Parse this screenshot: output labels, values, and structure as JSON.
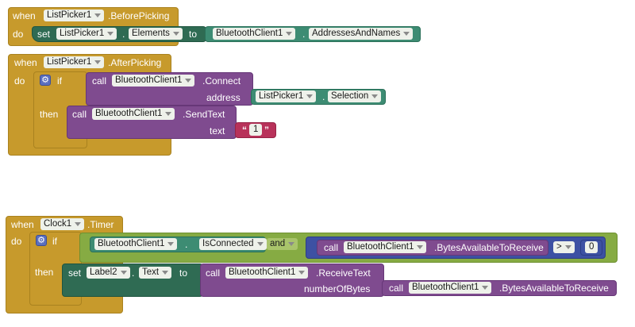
{
  "block1": {
    "when": "when",
    "component": "ListPicker1",
    "event": ".BeforePicking",
    "do": "do",
    "set": "set",
    "set_component": "ListPicker1",
    "dot1": ".",
    "property": "Elements",
    "to": "to",
    "getter_component": "BluetoothClient1",
    "dot2": ".",
    "getter_property": "AddressesAndNames"
  },
  "block2": {
    "when": "when",
    "component": "ListPicker1",
    "event": ".AfterPicking",
    "do": "do",
    "if": "if",
    "then": "then",
    "call1": "call",
    "call1_component": "BluetoothClient1",
    "call1_method": ".Connect",
    "address": "address",
    "sel_component": "ListPicker1",
    "sel_dot": ".",
    "sel_property": "Selection",
    "call2": "call",
    "call2_component": "BluetoothClient1",
    "call2_method": ".SendText",
    "text_arg": "text",
    "quote_open": "“",
    "text_value": "1",
    "quote_close": "”"
  },
  "block3": {
    "when": "when",
    "component": "Clock1",
    "event": ".Timer",
    "do": "do",
    "if": "if",
    "then": "then",
    "cond_component": "BluetoothClient1",
    "cond_dot": ".",
    "cond_property": "IsConnected",
    "and": "and",
    "call1": "call",
    "call1_component": "BluetoothClient1",
    "call1_method": ".BytesAvailableToReceive",
    "compare_op": ">",
    "compare_value": "0",
    "set": "set",
    "set_component": "Label2",
    "set_dot": ".",
    "set_property": "Text",
    "to": "to",
    "call2": "call",
    "call2_component": "BluetoothClient1",
    "call2_method": ".ReceiveText",
    "bytes_arg": "numberOfBytes",
    "call3": "call",
    "call3_component": "BluetoothClient1",
    "call3_method": ".BytesAvailableToReceive"
  },
  "colors": {
    "event": "#c79a2c",
    "setter": "#2f6b53",
    "component": "#3d8c73",
    "procedure_call": "#7f4b8f",
    "text": "#b8325a",
    "logic": "#86ab43",
    "math": "#3d51a3"
  }
}
